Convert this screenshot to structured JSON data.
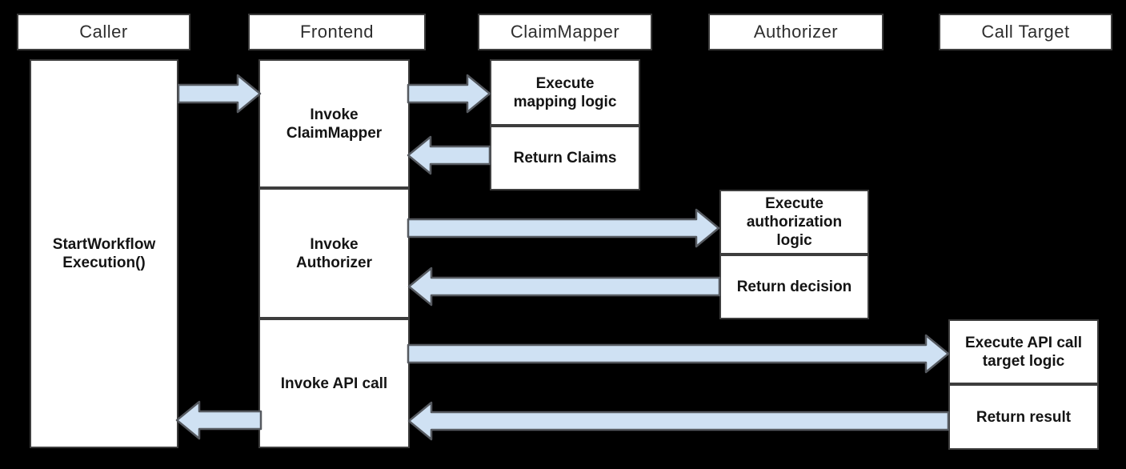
{
  "diagram": {
    "type": "sequence-diagram",
    "columns": [
      {
        "id": "caller",
        "header": "Caller",
        "activities": [
          "StartWorkflow\nExecution()"
        ]
      },
      {
        "id": "frontend",
        "header": "Frontend",
        "activities": [
          "Invoke\nClaimMapper",
          "Invoke\nAuthorizer",
          "Invoke API call"
        ]
      },
      {
        "id": "claimmapper",
        "header": "ClaimMapper",
        "activities": [
          "Execute\nmapping logic",
          "Return Claims"
        ]
      },
      {
        "id": "authorizer",
        "header": "Authorizer",
        "activities": [
          "Execute\nauthorization\nlogic",
          "Return decision"
        ]
      },
      {
        "id": "calltarget",
        "header": "Call Target",
        "activities": [
          "Execute API call\ntarget logic",
          "Return result"
        ]
      }
    ],
    "edges": [
      {
        "from": "caller",
        "to": "frontend"
      },
      {
        "from": "frontend",
        "to": "claimmapper"
      },
      {
        "from": "claimmapper",
        "to": "frontend"
      },
      {
        "from": "frontend",
        "to": "authorizer"
      },
      {
        "from": "authorizer",
        "to": "frontend"
      },
      {
        "from": "frontend",
        "to": "calltarget"
      },
      {
        "from": "calltarget",
        "to": "frontend"
      },
      {
        "from": "frontend",
        "to": "caller"
      }
    ],
    "colors": {
      "background": "#000000",
      "box_fill": "#ffffff",
      "box_border": "#3d3d3d",
      "arrow_fill": "#cfe1f3",
      "arrow_border": "#565a60",
      "header_text": "#2e2e2e",
      "body_text": "#141414"
    }
  }
}
